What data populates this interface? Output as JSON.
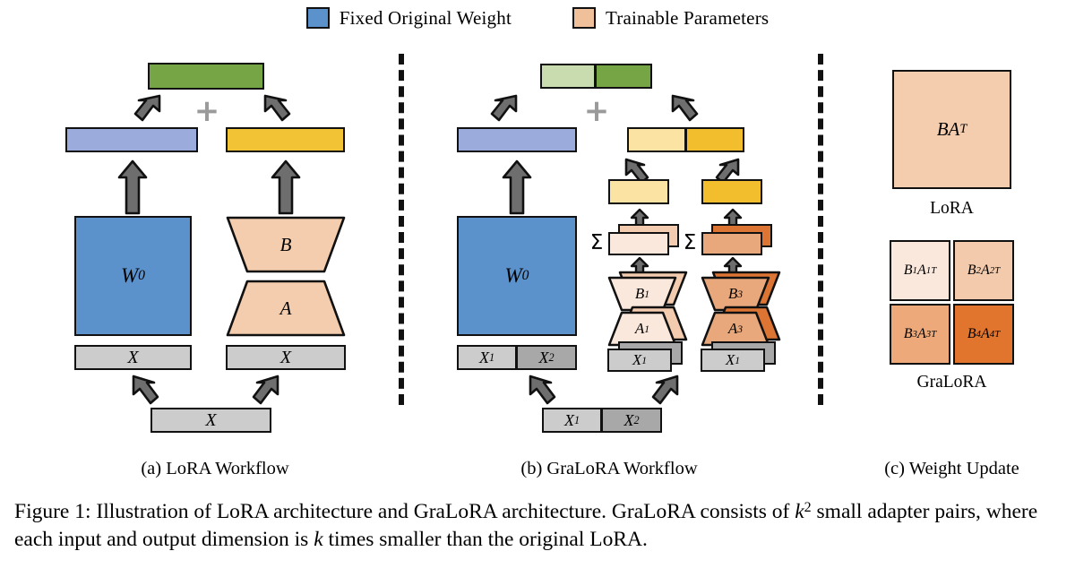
{
  "figure": {
    "number": "Figure 1",
    "caption_part1": "Figure 1: Illustration of LoRA architecture and GraLoRA architecture. GraLoRA consists of ",
    "caption_k": "k",
    "caption_k_sup": "2",
    "caption_part2": " small adapter pairs, where each input and output dimension is ",
    "caption_k2": "k",
    "caption_part3": " times smaller than the original LoRA.",
    "caption_full": "Figure 1: Illustration of LoRA architecture and GraLoRA architecture. GraLoRA consists of k2 small adapter pairs, where each input and output dimension is k times smaller than the original LoRA."
  },
  "legend": {
    "items": [
      {
        "label": "Fixed Original Weight",
        "color": "#5B92CC"
      },
      {
        "label": "Trainable Parameters",
        "color": "#F0C09A"
      }
    ]
  },
  "panels": [
    {
      "id": "a",
      "caption": "(a) LoRA Workflow"
    },
    {
      "id": "b",
      "caption": "(b) GraLoRA Workflow"
    },
    {
      "id": "c",
      "caption": "(c) Weight Update"
    }
  ],
  "panel_a": {
    "output_bar": {
      "label": "",
      "color": "#76A546"
    },
    "plus_symbol": "+",
    "frozen_out_bar": {
      "label": "",
      "color": "#9BABDC"
    },
    "adapter_out_bar": {
      "label": "",
      "color": "#F2C335"
    },
    "weight_block": {
      "label": "W",
      "sub": "0",
      "color": "#5B92CC"
    },
    "trap_b": {
      "label": "B",
      "color": "#F4CDAE"
    },
    "trap_a": {
      "label": "A",
      "color": "#F4CDAE"
    },
    "input_left": {
      "label": "X",
      "color": "#CCCCCC"
    },
    "input_right": {
      "label": "X",
      "color": "#CCCCCC"
    },
    "input_bottom": {
      "label": "X",
      "color": "#CCCCCC"
    }
  },
  "panel_b": {
    "output_bar_left": {
      "label": "",
      "color": "#C8DCB0"
    },
    "output_bar_right": {
      "label": "",
      "color": "#76A546"
    },
    "plus_symbol": "+",
    "frozen_out_bar": {
      "label": "",
      "color": "#9BABDC"
    },
    "adapter_out_left": {
      "label": "",
      "color": "#FAE3A3"
    },
    "adapter_out_right": {
      "label": "",
      "color": "#F2BE2E"
    },
    "mid_bar_left": {
      "label": "",
      "color": "#FAE3A3"
    },
    "mid_bar_right": {
      "label": "",
      "color": "#F2BE2E"
    },
    "sigma_left": "Σ",
    "sigma_right": "Σ",
    "sum_left": {
      "front": "#FBE8DC",
      "back": "#F3CBAE"
    },
    "sum_right": {
      "front": "#E8A87C",
      "back": "#DC7433"
    },
    "weight_block": {
      "label": "W",
      "sub": "0",
      "color": "#5B92CC"
    },
    "group_left": {
      "trap_b": {
        "label": "B",
        "sub": "1",
        "front": "#FBE8DC",
        "back": "#F3CBAE"
      },
      "trap_a": {
        "label": "A",
        "sub": "1",
        "front": "#FBE8DC",
        "back": "#F3CBAE"
      },
      "input": {
        "label": "X",
        "sub": "1",
        "front": "#CCCCCC",
        "back": "#A8A8A8"
      }
    },
    "group_right": {
      "trap_b": {
        "label": "B",
        "sub": "3",
        "front": "#E8A87C",
        "back": "#DC7433"
      },
      "trap_a": {
        "label": "A",
        "sub": "3",
        "front": "#E8A87C",
        "back": "#DC7433"
      },
      "input": {
        "label": "X",
        "sub": "1",
        "front": "#CCCCCC",
        "back": "#A8A8A8"
      }
    },
    "input_split_top": [
      {
        "label": "X",
        "sub": "1",
        "color": "#CCCCCC"
      },
      {
        "label": "X",
        "sub": "2",
        "color": "#A8A8A8"
      }
    ],
    "input_split_bottom": [
      {
        "label": "X",
        "sub": "1",
        "color": "#CCCCCC"
      },
      {
        "label": "X",
        "sub": "2",
        "color": "#A8A8A8"
      }
    ]
  },
  "panel_c": {
    "lora_block": {
      "label": "BA",
      "sup": "T",
      "color": "#F4CDAE"
    },
    "lora_caption": "LoRA",
    "gralora_caption": "GraLoRA",
    "gralora_cells": [
      {
        "label_b": "B",
        "sub_b": "1",
        "label_a": "A",
        "sub_a": "1",
        "sup": "T",
        "color": "#FAE8DC"
      },
      {
        "label_b": "B",
        "sub_b": "2",
        "label_a": "A",
        "sub_a": "2",
        "sup": "T",
        "color": "#F3CBAC"
      },
      {
        "label_b": "B",
        "sub_b": "3",
        "label_a": "A",
        "sub_a": "3",
        "sup": "T",
        "color": "#EDA97A"
      },
      {
        "label_b": "B",
        "sub_b": "4",
        "label_a": "A",
        "sub_a": "4",
        "sup": "T",
        "color": "#E2752E"
      }
    ]
  },
  "colors": {
    "outline": "#111111",
    "arrow_gray": "#6E6E6E",
    "arrow_outline": "#111111",
    "plus_gray": "#9A9A9A"
  }
}
